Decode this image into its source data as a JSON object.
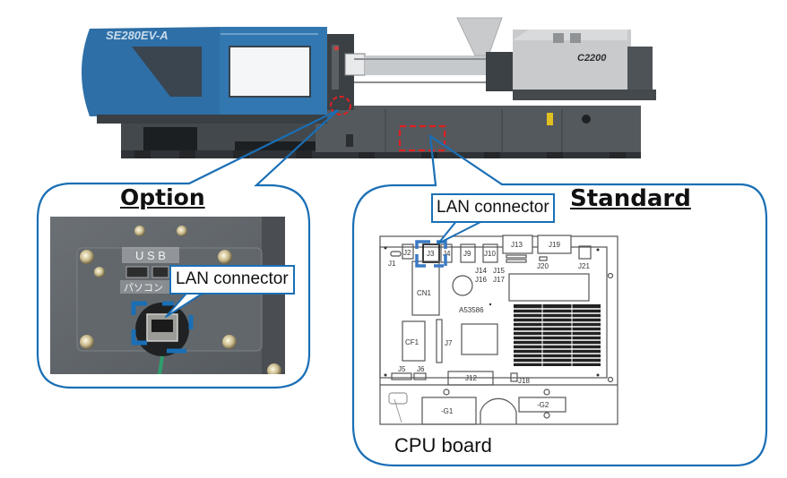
{
  "machine": {
    "model_label": "SE280EV-A",
    "injection_unit_label": "C2200",
    "colors": {
      "clamp_blue": "#2e6fa7",
      "frame_gray": "#4d5257",
      "injection_gray": "#c9cacb",
      "highlight_red": "#e02020",
      "callout_blue": "#1a6fb5"
    }
  },
  "callouts": {
    "option": {
      "title": "Option",
      "label": "LAN connector",
      "panel": {
        "usb_label": "U S B",
        "pc_label": "パソコン"
      }
    },
    "standard": {
      "title": "Standard",
      "label": "LAN connector",
      "caption": "CPU board",
      "board_labels": {
        "j1": "J1",
        "j2": "J2",
        "j3": "J3",
        "j4": "J4",
        "j9": "J9",
        "j10": "J10",
        "j13": "J13",
        "j19": "J19",
        "j20": "J20",
        "j21": "J21",
        "j14": "J14",
        "j15": "J15",
        "j16": "J16",
        "j17": "J17",
        "cn1": "CN1",
        "chip": "A53586",
        "cf1": "CF1",
        "j7": "J7",
        "j5": "J5",
        "j6": "J6",
        "j12": "J12",
        "j18": "J18",
        "g1": "-G1",
        "g2": "-G2"
      }
    }
  }
}
